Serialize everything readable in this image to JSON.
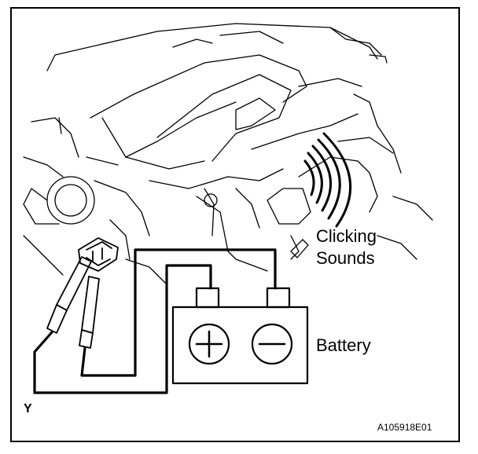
{
  "labels": {
    "clicking": "Clicking",
    "sounds": "Sounds",
    "battery": "Battery",
    "y": "Y",
    "code": "A105918E01"
  },
  "battery": {
    "positive": "+",
    "negative": "−"
  },
  "colors": {
    "line": "#000000",
    "background": "#ffffff"
  }
}
